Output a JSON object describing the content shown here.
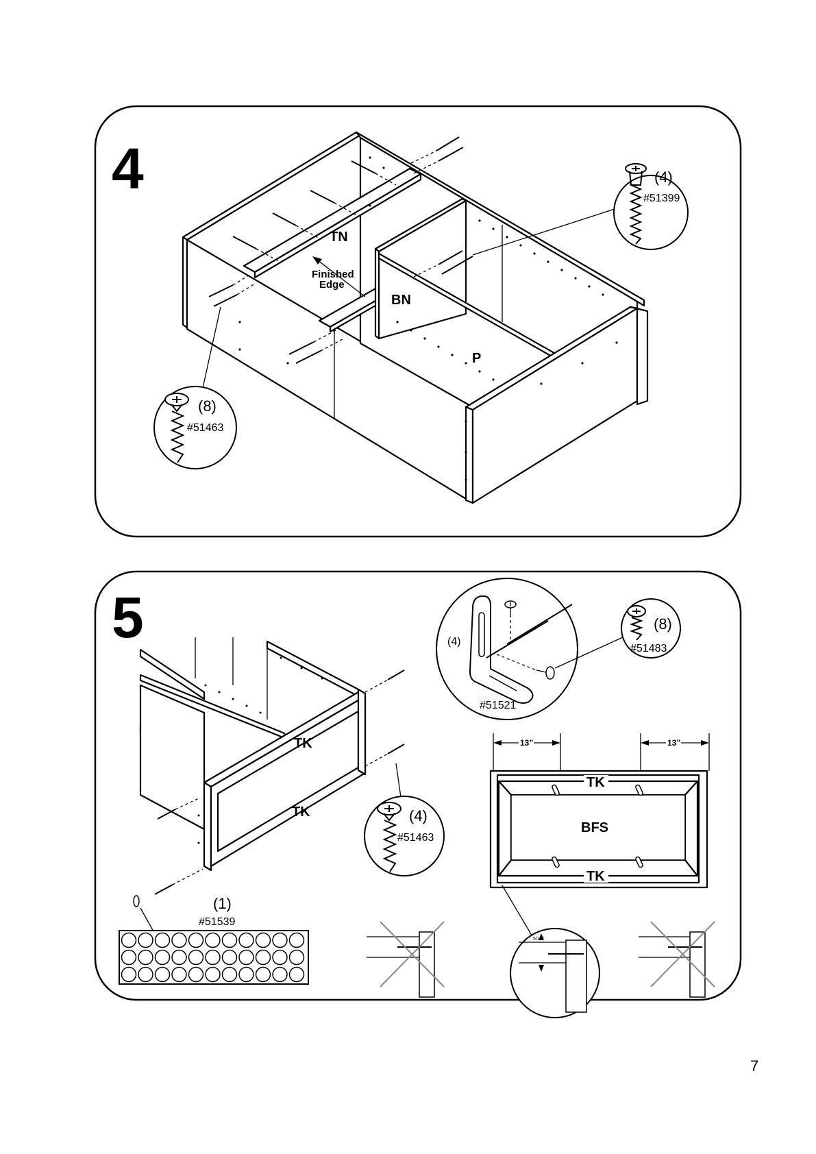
{
  "page_number": "7",
  "step4": {
    "number": "4",
    "labels": {
      "tn": "TN",
      "bn": "BN",
      "p": "P",
      "finished_edge_line1": "Finished",
      "finished_edge_line2": "Edge"
    },
    "screw_a": {
      "qty": "(4)",
      "part": "#51399"
    },
    "screw_b": {
      "qty": "(8)",
      "part": "#51463"
    }
  },
  "step5": {
    "number": "5",
    "labels": {
      "tk_top": "TK",
      "tk_bottom": "TK"
    },
    "screw_a": {
      "qty": "(4)",
      "part": "#51463"
    },
    "bracket": {
      "qty": "(4)",
      "part": "#51521"
    },
    "screw_c": {
      "qty": "(8)",
      "part": "#51483"
    },
    "pads": {
      "qty": "(1)",
      "part": "#51539",
      "rows": 3,
      "cols": 11
    },
    "top_view": {
      "dim_left": "13”",
      "dim_right": "13”",
      "tk_top": "TK",
      "tk_bottom": "TK",
      "center": "BFS"
    },
    "detail": {
      "dimension": "5/16”"
    }
  }
}
